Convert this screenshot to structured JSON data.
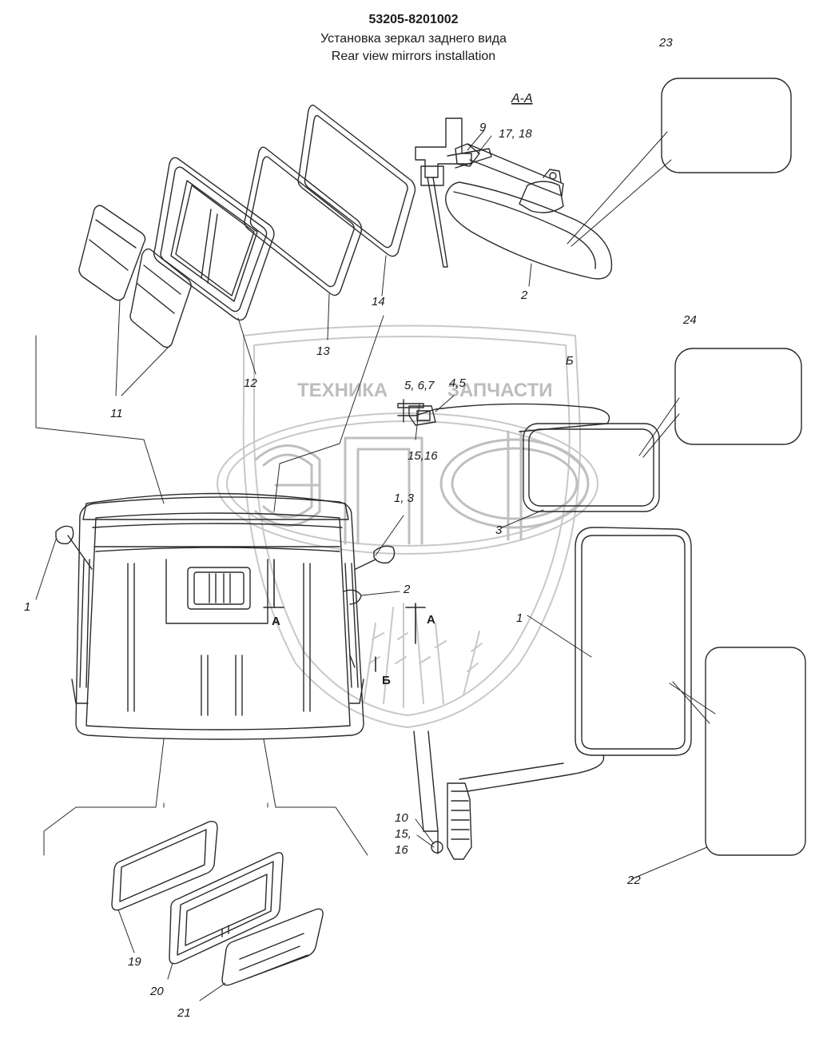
{
  "header": {
    "code": "53205-8201002",
    "title_ru": "Установка зеркал заднего вида",
    "title_en": "Rear view mirrors installation"
  },
  "section_label": "А-А",
  "view_b_label": "Б",
  "watermark": {
    "text_left": "ТЕХНИКА",
    "text_right": "ЗАПЧАСТИ",
    "logo_text": "ЭПФ"
  },
  "callouts": {
    "c1_left": "1",
    "c1_right": "1",
    "c1_3": "1, 3",
    "c2_top": "2",
    "c2_cab": "2",
    "c3": "3",
    "c5_6_7": "5, 6,7",
    "c4_5": "4,5",
    "c9": "9",
    "c10": "10",
    "c10b": "15,",
    "c10c": "16",
    "c11": "11",
    "c12": "12",
    "c13": "13",
    "c14": "14",
    "c15_16": "15,16",
    "c17_18": "17, 18",
    "c19": "19",
    "c20": "20",
    "c21": "21",
    "c22": "22",
    "c23": "23",
    "c24": "24",
    "cut_a1": "А",
    "cut_a2": "А",
    "view_b": "Б"
  },
  "colors": {
    "line": "#2a2a2a",
    "watermark": "#c4c4c4"
  }
}
